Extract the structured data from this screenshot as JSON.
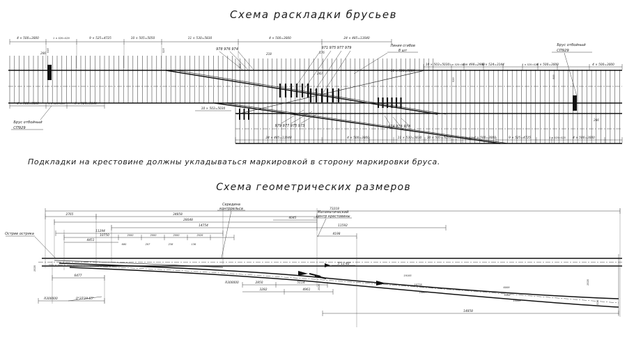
{
  "titles": {
    "top": "Схема раскладки брусьев",
    "bottom": "Схема геометрических размеров"
  },
  "note": "Подкладки на крестовине должны укладываться маркировкой в сторону маркировки бруса.",
  "colors": {
    "ink": "#1c1c1c",
    "paper": "#ffffff"
  },
  "d1": {
    "top_dims": [
      "4 × 500=3000",
      "1 × 520=520",
      "9 × 525=4725",
      "10 × 505=5050",
      "11 × 530=5830",
      "4 × 500=3000",
      "24 × 485=11640"
    ],
    "right_dims": [
      "10 × 503=5030",
      "1 × 520=520",
      "4 × 498=2988",
      "6 × 524=3144",
      "1 × 520=520",
      "4 × 500=3000",
      "4 × 500=3000",
      "11 × 528=5808"
    ],
    "bottom_left_dims": [
      "4 × 500=3000",
      "1 × 520=520",
      "6 × 524=3144",
      "10 × 503=5030"
    ],
    "bottom_dims": [
      "24 × 485=11640",
      "4 × 500=3000",
      "11 × 530=5830",
      "10 × 505=5050",
      "1 × 520=520",
      "4 × 500=3000",
      "9 × 525=4725",
      "1 × 525=525",
      "4 × 500=3000"
    ],
    "sleeper_numbers": [
      "978 976 974",
      "971 975 977 979",
      "979 977 975 973",
      "974 976 978"
    ],
    "small_numbers": [
      "206",
      "218",
      "176",
      "243",
      "206"
    ],
    "vert": [
      "535",
      "525",
      "505",
      "520",
      "500"
    ],
    "bend_line": [
      "Линия сгибов",
      "8 шт"
    ],
    "buffer_beam": [
      "Брус отбойный",
      "СП929"
    ]
  },
  "d2": {
    "overall": "73218",
    "dims": [
      "2765",
      "34858",
      "28048",
      "4045",
      "14754",
      "11592",
      "11294",
      "10750",
      "2000",
      "2000",
      "2000",
      "2026",
      "4451",
      "4198",
      "6477",
      "2850",
      "3282",
      "5114",
      "4961",
      "14858"
    ],
    "small_row": [
      "680",
      "207",
      "238",
      "136"
    ],
    "labels": {
      "guard_mid": [
        "Середина",
        "контррельса"
      ],
      "math_center": [
        "Математический",
        "центр крестовины"
      ],
      "switch_point": "Острие остряка"
    },
    "radius": "R300000",
    "angle_left": "0°27'19.65\"",
    "angle_frog": "5°11'40\"",
    "gauge": "1520",
    "rail_lengths": [
      "19185",
      "16778",
      "16807",
      "6009",
      "5508",
      "16888"
    ]
  }
}
